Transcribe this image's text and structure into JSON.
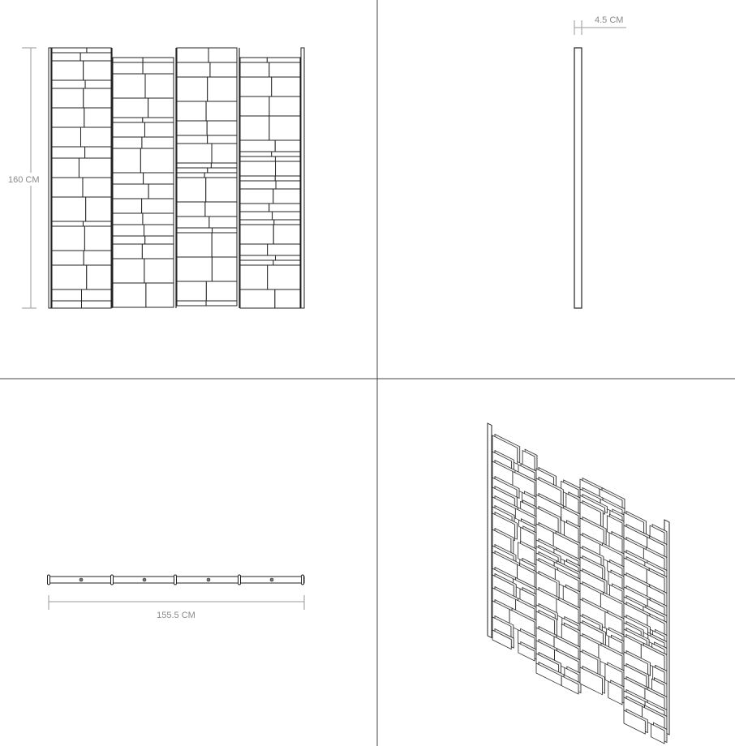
{
  "front_view": {
    "height_label": "160 CM",
    "panel_count": 4
  },
  "side_view": {
    "depth_label": "4.5 CM"
  },
  "top_view": {
    "width_label": "155.5 CM"
  },
  "colors": {
    "line": "#222222",
    "dimension": "#9a9a9a",
    "divider": "#444444"
  }
}
